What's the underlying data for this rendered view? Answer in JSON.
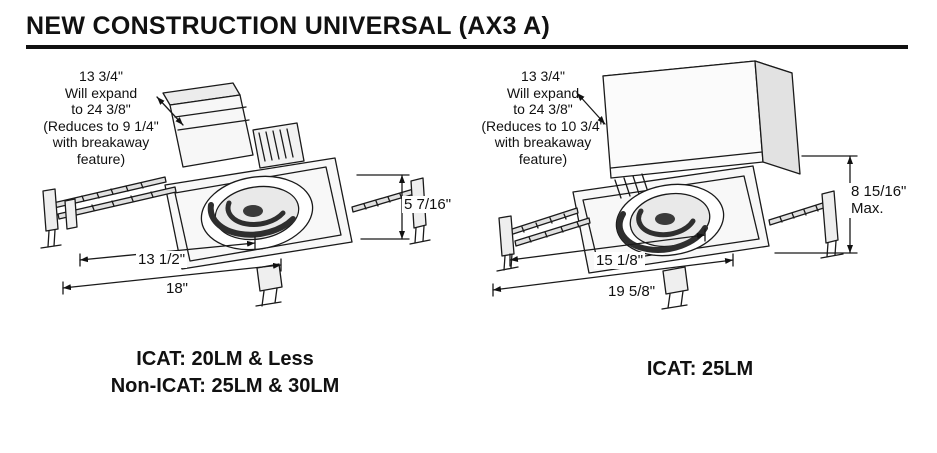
{
  "title": "NEW CONSTRUCTION UNIVERSAL (AX3 A)",
  "left_diagram": {
    "expand_note": "13 3/4\"\nWill expand\nto 24 3/8\"\n(Reduces to 9 1/4\"\nwith breakaway\nfeature)",
    "height_dim": "5 7/16\"",
    "width_dim_inner": "13 1/2\"",
    "width_dim_outer": "18\"",
    "caption": "ICAT: 20LM & Less\nNon-ICAT: 25LM & 30LM"
  },
  "right_diagram": {
    "expand_note": "13 3/4\"\nWill expand\nto 24 3/8\"\n(Reduces to 10 3/4\"\nwith breakaway\nfeature)",
    "height_dim": "8 15/16\"\nMax.",
    "width_dim_inner": "15 1/8\"",
    "width_dim_outer": "19 5/8\"",
    "caption": "ICAT: 25LM"
  }
}
